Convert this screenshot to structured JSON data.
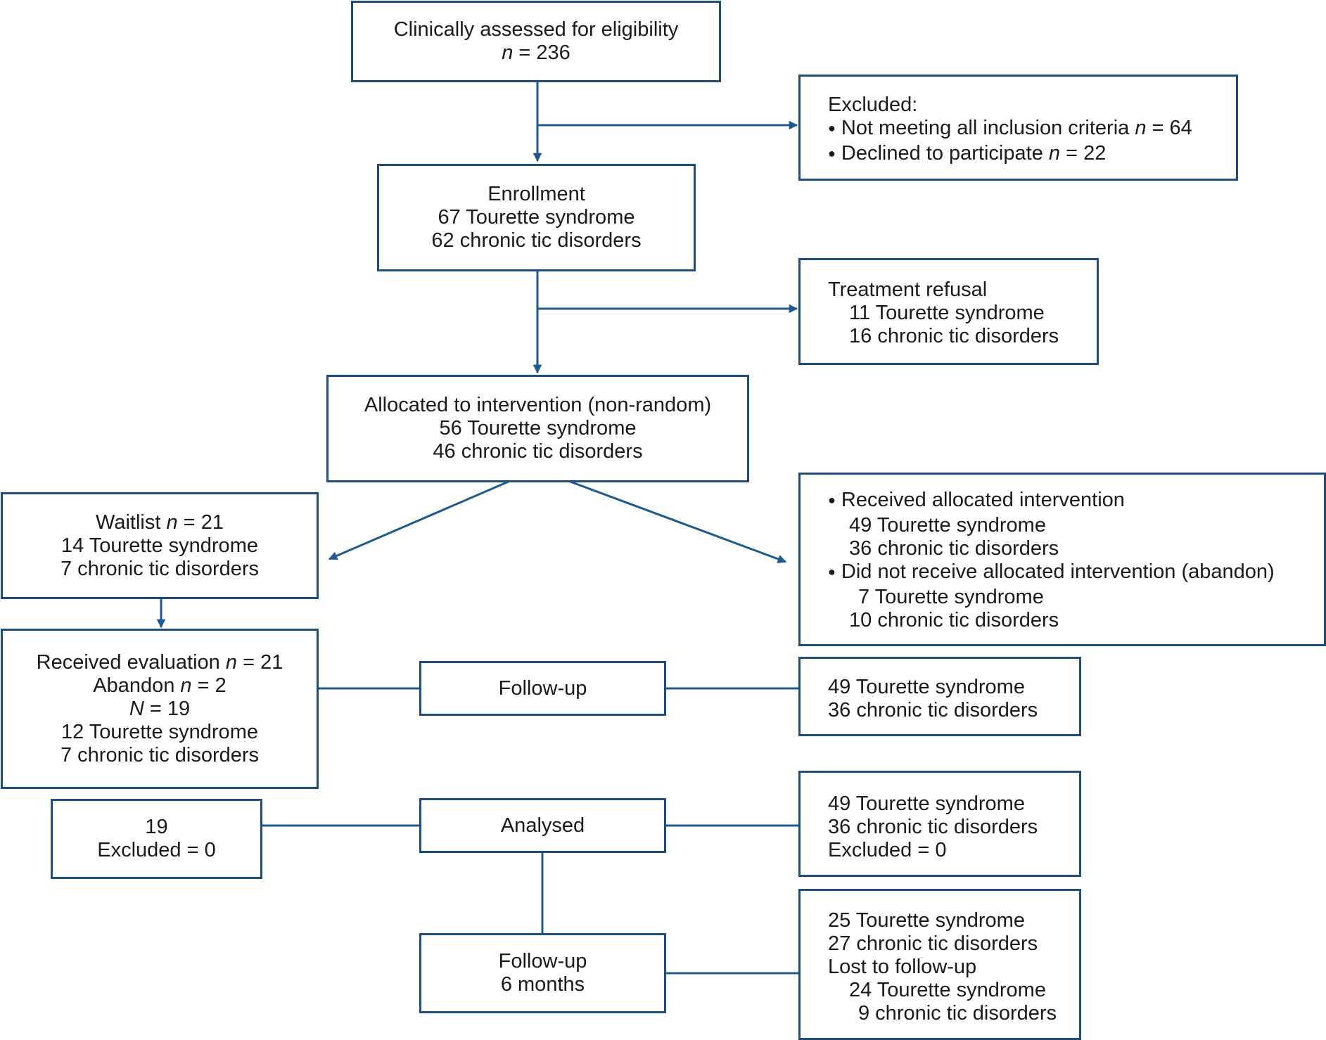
{
  "colors": {
    "box_border": "#1e4d7b",
    "arrow": "#1e5a8e"
  },
  "assessed": {
    "title": "Clinically assessed for eligibility",
    "n_label": "n",
    "eq": " = ",
    "n": "236"
  },
  "excluded": {
    "title": "Excluded:",
    "items": [
      {
        "text": "Not meeting all inclusion criteria ",
        "n_label": "n",
        "eq": " = ",
        "n": "64"
      },
      {
        "text": "Declined to participate ",
        "n_label": "n",
        "eq": " = ",
        "n": "22"
      }
    ]
  },
  "enrollment": {
    "title": "Enrollment",
    "ts": "67 Tourette syndrome",
    "ctd": "62 chronic tic disorders"
  },
  "refusal": {
    "title": "Treatment refusal",
    "ts": "11 Tourette syndrome",
    "ctd": "16 chronic tic disorders"
  },
  "allocated": {
    "title": "Allocated to intervention (non-random)",
    "ts": "56 Tourette syndrome",
    "ctd": "46 chronic tic disorders"
  },
  "waitlist": {
    "title": "Waitlist ",
    "n_label": "n",
    "eq": " = ",
    "n": "21",
    "ts": "14 Tourette syndrome",
    "ctd": "7 chronic tic disorders"
  },
  "intervention": {
    "received": "Received allocated intervention",
    "received_ts": "49 Tourette syndrome",
    "received_ctd": "36 chronic tic disorders",
    "not_received": "Did not receive allocated intervention (abandon)",
    "not_ts": "7 Tourette syndrome",
    "not_ctd": "10 chronic tic disorders"
  },
  "evaluation": {
    "received": "Received evaluation ",
    "received_n_label": "n",
    "received_eq": " = ",
    "received_n": "21",
    "abandon": "Abandon ",
    "abandon_n_label": "n",
    "abandon_eq": " = ",
    "abandon_n": "2",
    "total_label": "N",
    "total_eq": " = ",
    "total": "19",
    "ts": "12 Tourette syndrome",
    "ctd": "7 chronic tic disorders"
  },
  "followup_label": "Follow-up",
  "followup_right": {
    "ts": "49 Tourette syndrome",
    "ctd": "36 chronic tic disorders"
  },
  "analysed_label": "Analysed",
  "analysed_left": {
    "n": "19",
    "excluded": "Excluded = 0"
  },
  "analysed_right": {
    "ts": "49 Tourette syndrome",
    "ctd": "36 chronic tic disorders",
    "excluded": "Excluded = 0"
  },
  "followup6": {
    "title": "Follow-up",
    "sub": "6 months"
  },
  "followup6_right": {
    "ts": "25 Tourette syndrome",
    "ctd": "27 chronic tic disorders",
    "lost": "Lost to follow-up",
    "lost_ts": "24 Tourette syndrome",
    "lost_ctd": "9 chronic tic disorders"
  }
}
